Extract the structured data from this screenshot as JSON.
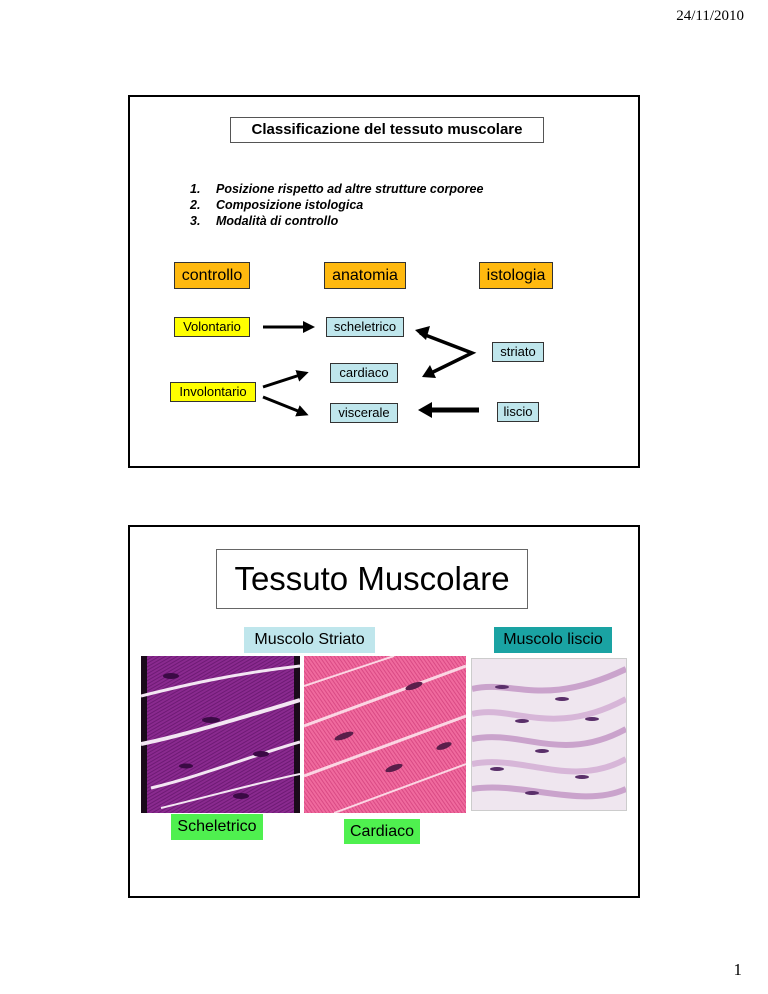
{
  "header": {
    "date": "24/11/2010"
  },
  "footer": {
    "page_number": "1"
  },
  "slide1": {
    "title": "Classificazione del tessuto muscolare",
    "list": [
      {
        "num": "1.",
        "text": "Posizione rispetto ad altre strutture corporee"
      },
      {
        "num": "2.",
        "text": "Composizione istologica"
      },
      {
        "num": "3.",
        "text": "Modalità di controllo"
      }
    ],
    "headers": {
      "controllo": "controllo",
      "anatomia": "anatomia",
      "istologia": "istologia"
    },
    "control": {
      "volontario": "Volontario",
      "involontario": "Involontario"
    },
    "anatomy": {
      "scheletrico": "scheletrico",
      "cardiaco": "cardiaco",
      "viscerale": "viscerale"
    },
    "histology": {
      "striato": "striato",
      "liscio": "liscio"
    },
    "colors": {
      "orange": "#ffb90f",
      "yellow": "#ffff00",
      "light_blue": "#bfe6ec"
    }
  },
  "slide2": {
    "title": "Tessuto Muscolare",
    "label_striato": "Muscolo Striato",
    "label_liscio": "Muscolo liscio",
    "label_scheletrico": "Scheletrico",
    "label_cardiaco": "Cardiaco",
    "images": [
      "skeletal-muscle-histology",
      "cardiac-muscle-histology",
      "smooth-muscle-histology"
    ],
    "colors": {
      "light_blue": "#bfe6ec",
      "teal": "#1aa3a3",
      "green": "#4ff04f"
    }
  }
}
